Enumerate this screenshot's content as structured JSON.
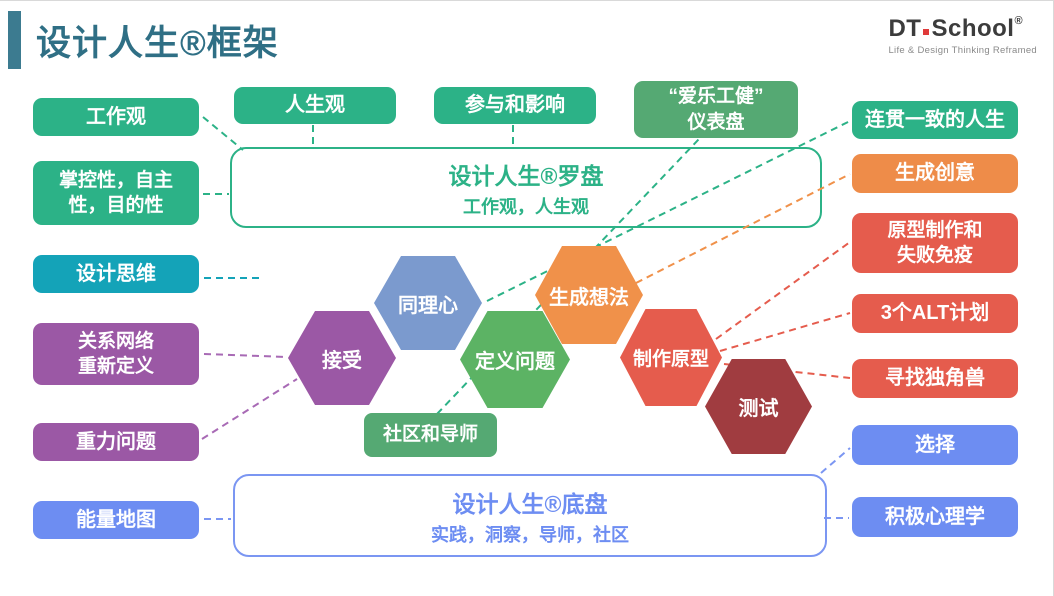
{
  "header": {
    "title": "设计人生®框架",
    "logo": {
      "dt": "DT",
      "school": "School",
      "reg": "®",
      "tagline": "Life & Design Thinking Reframed"
    }
  },
  "palette": {
    "title_teal": "#2f6f85",
    "green": "#2cb287",
    "muted_green": "#55a973",
    "teal": "#14a3b8",
    "purple": "#9b58a5",
    "blue": "#6d8df2",
    "orange": "#ee8c49",
    "red": "#e55c4d",
    "dark_red": "#a03c40",
    "hex_blue": "#7b9ace",
    "hex_green": "#5cb364",
    "logo_dot_red": "#e03a3a"
  },
  "left_column": {
    "work_view": "工作观",
    "control_autonomy_purpose": "掌控性，自主\n性，目的性",
    "design_thinking": "设计思维",
    "network_redefine": "关系网络\n重新定义",
    "gravity_problem": "重力问题",
    "energy_map": "能量地图"
  },
  "top_row": {
    "life_view": "人生观",
    "engagement_influence": "参与和影响",
    "dashboard": "“爱乐工健”\n仪表盘"
  },
  "right_column": {
    "coherent_life": "连贯一致的人生",
    "generate_creativity": "生成创意",
    "prototyping_failure_immunity": "原型制作和\n失败免疫",
    "three_alt_plans": "3个ALT计划",
    "find_unicorn": "寻找独角兽",
    "choose": "选择",
    "positive_psychology": "积极心理学"
  },
  "hexagons": {
    "accept": "接受",
    "empathy": "同理心",
    "define_problem": "定义问题",
    "generate_ideas": "生成想法",
    "make_prototype": "制作原型",
    "test": "测试"
  },
  "community_mentors": "社区和导师",
  "compass_box": {
    "title": "设计人生®罗盘",
    "subtitle": "工作观，人生观"
  },
  "chassis_box": {
    "title": "设计人生®底盘",
    "subtitle": "实践，洞察，导师，社区"
  },
  "edges": [
    {
      "from": "work-view",
      "to": "compass-box",
      "color": "#2cb287"
    },
    {
      "from": "control-autonomy-purpose",
      "to": "compass-box",
      "color": "#2cb287"
    },
    {
      "from": "life-view",
      "to": "compass-box",
      "color": "#2cb287"
    },
    {
      "from": "engagement-influence",
      "to": "compass-box",
      "color": "#2cb287"
    },
    {
      "from": "design-thinking",
      "to": "hexagon-cluster",
      "color": "#14a3b8"
    },
    {
      "from": "network-redefine",
      "to": "hexagon-accept",
      "color": "#a86ab5"
    },
    {
      "from": "gravity-problem",
      "to": "hexagon-accept",
      "color": "#a86ab5"
    },
    {
      "from": "energy-map",
      "to": "chassis-box",
      "color": "#7b96f2"
    },
    {
      "from": "community-mentors",
      "to": "dashboard",
      "color": "#2cb287"
    },
    {
      "from": "hexagon-empathy",
      "to": "coherent-life",
      "color": "#2cb287"
    },
    {
      "from": "hexagon-generate-ideas",
      "to": "generate-creativity",
      "color": "#f0914a"
    },
    {
      "from": "hexagon-make-prototype",
      "to": "prototyping-failure-immunity",
      "color": "#e55c4d"
    },
    {
      "from": "hexagon-make-prototype",
      "to": "three-alt-plans",
      "color": "#e55c4d"
    },
    {
      "from": "hexagon-make-prototype",
      "to": "find-unicorn",
      "color": "#e55c4d"
    },
    {
      "from": "chassis-box",
      "to": "choose",
      "color": "#7b96f2"
    },
    {
      "from": "chassis-box",
      "to": "positive-psychology",
      "color": "#7b96f2"
    }
  ]
}
